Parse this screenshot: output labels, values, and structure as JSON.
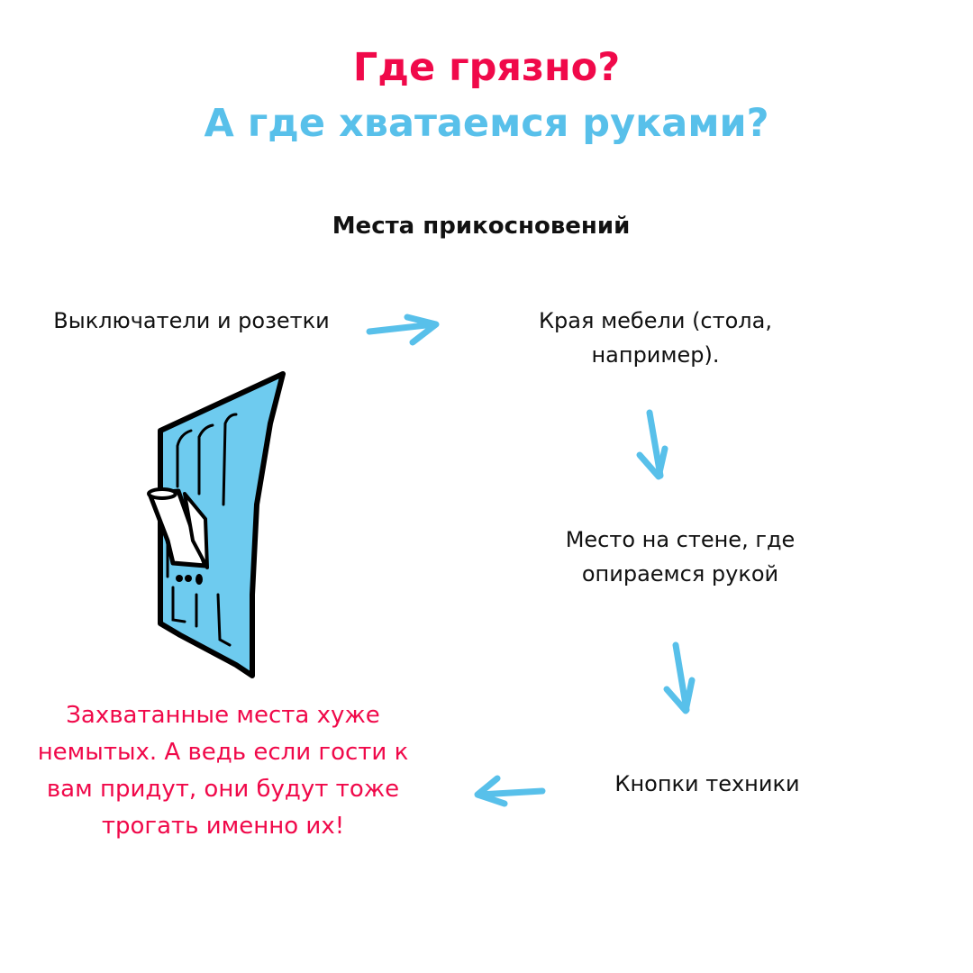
{
  "title": {
    "line1": "Где грязно?",
    "line2": "А где хватаемся руками?"
  },
  "subtitle": "Места прикосновений",
  "items": [
    "Выключатели и розетки",
    "Края мебели (стола, например).",
    "Место на стене, где опираемся рукой",
    "Кнопки техники"
  ],
  "note": "Захватанные места хуже немытых. А ведь если гости к вам придут, они будут тоже трогать именно их!",
  "colors": {
    "accent_red": "#f0094a",
    "accent_blue": "#58c0ea",
    "switch_fill": "#6ecbef"
  }
}
